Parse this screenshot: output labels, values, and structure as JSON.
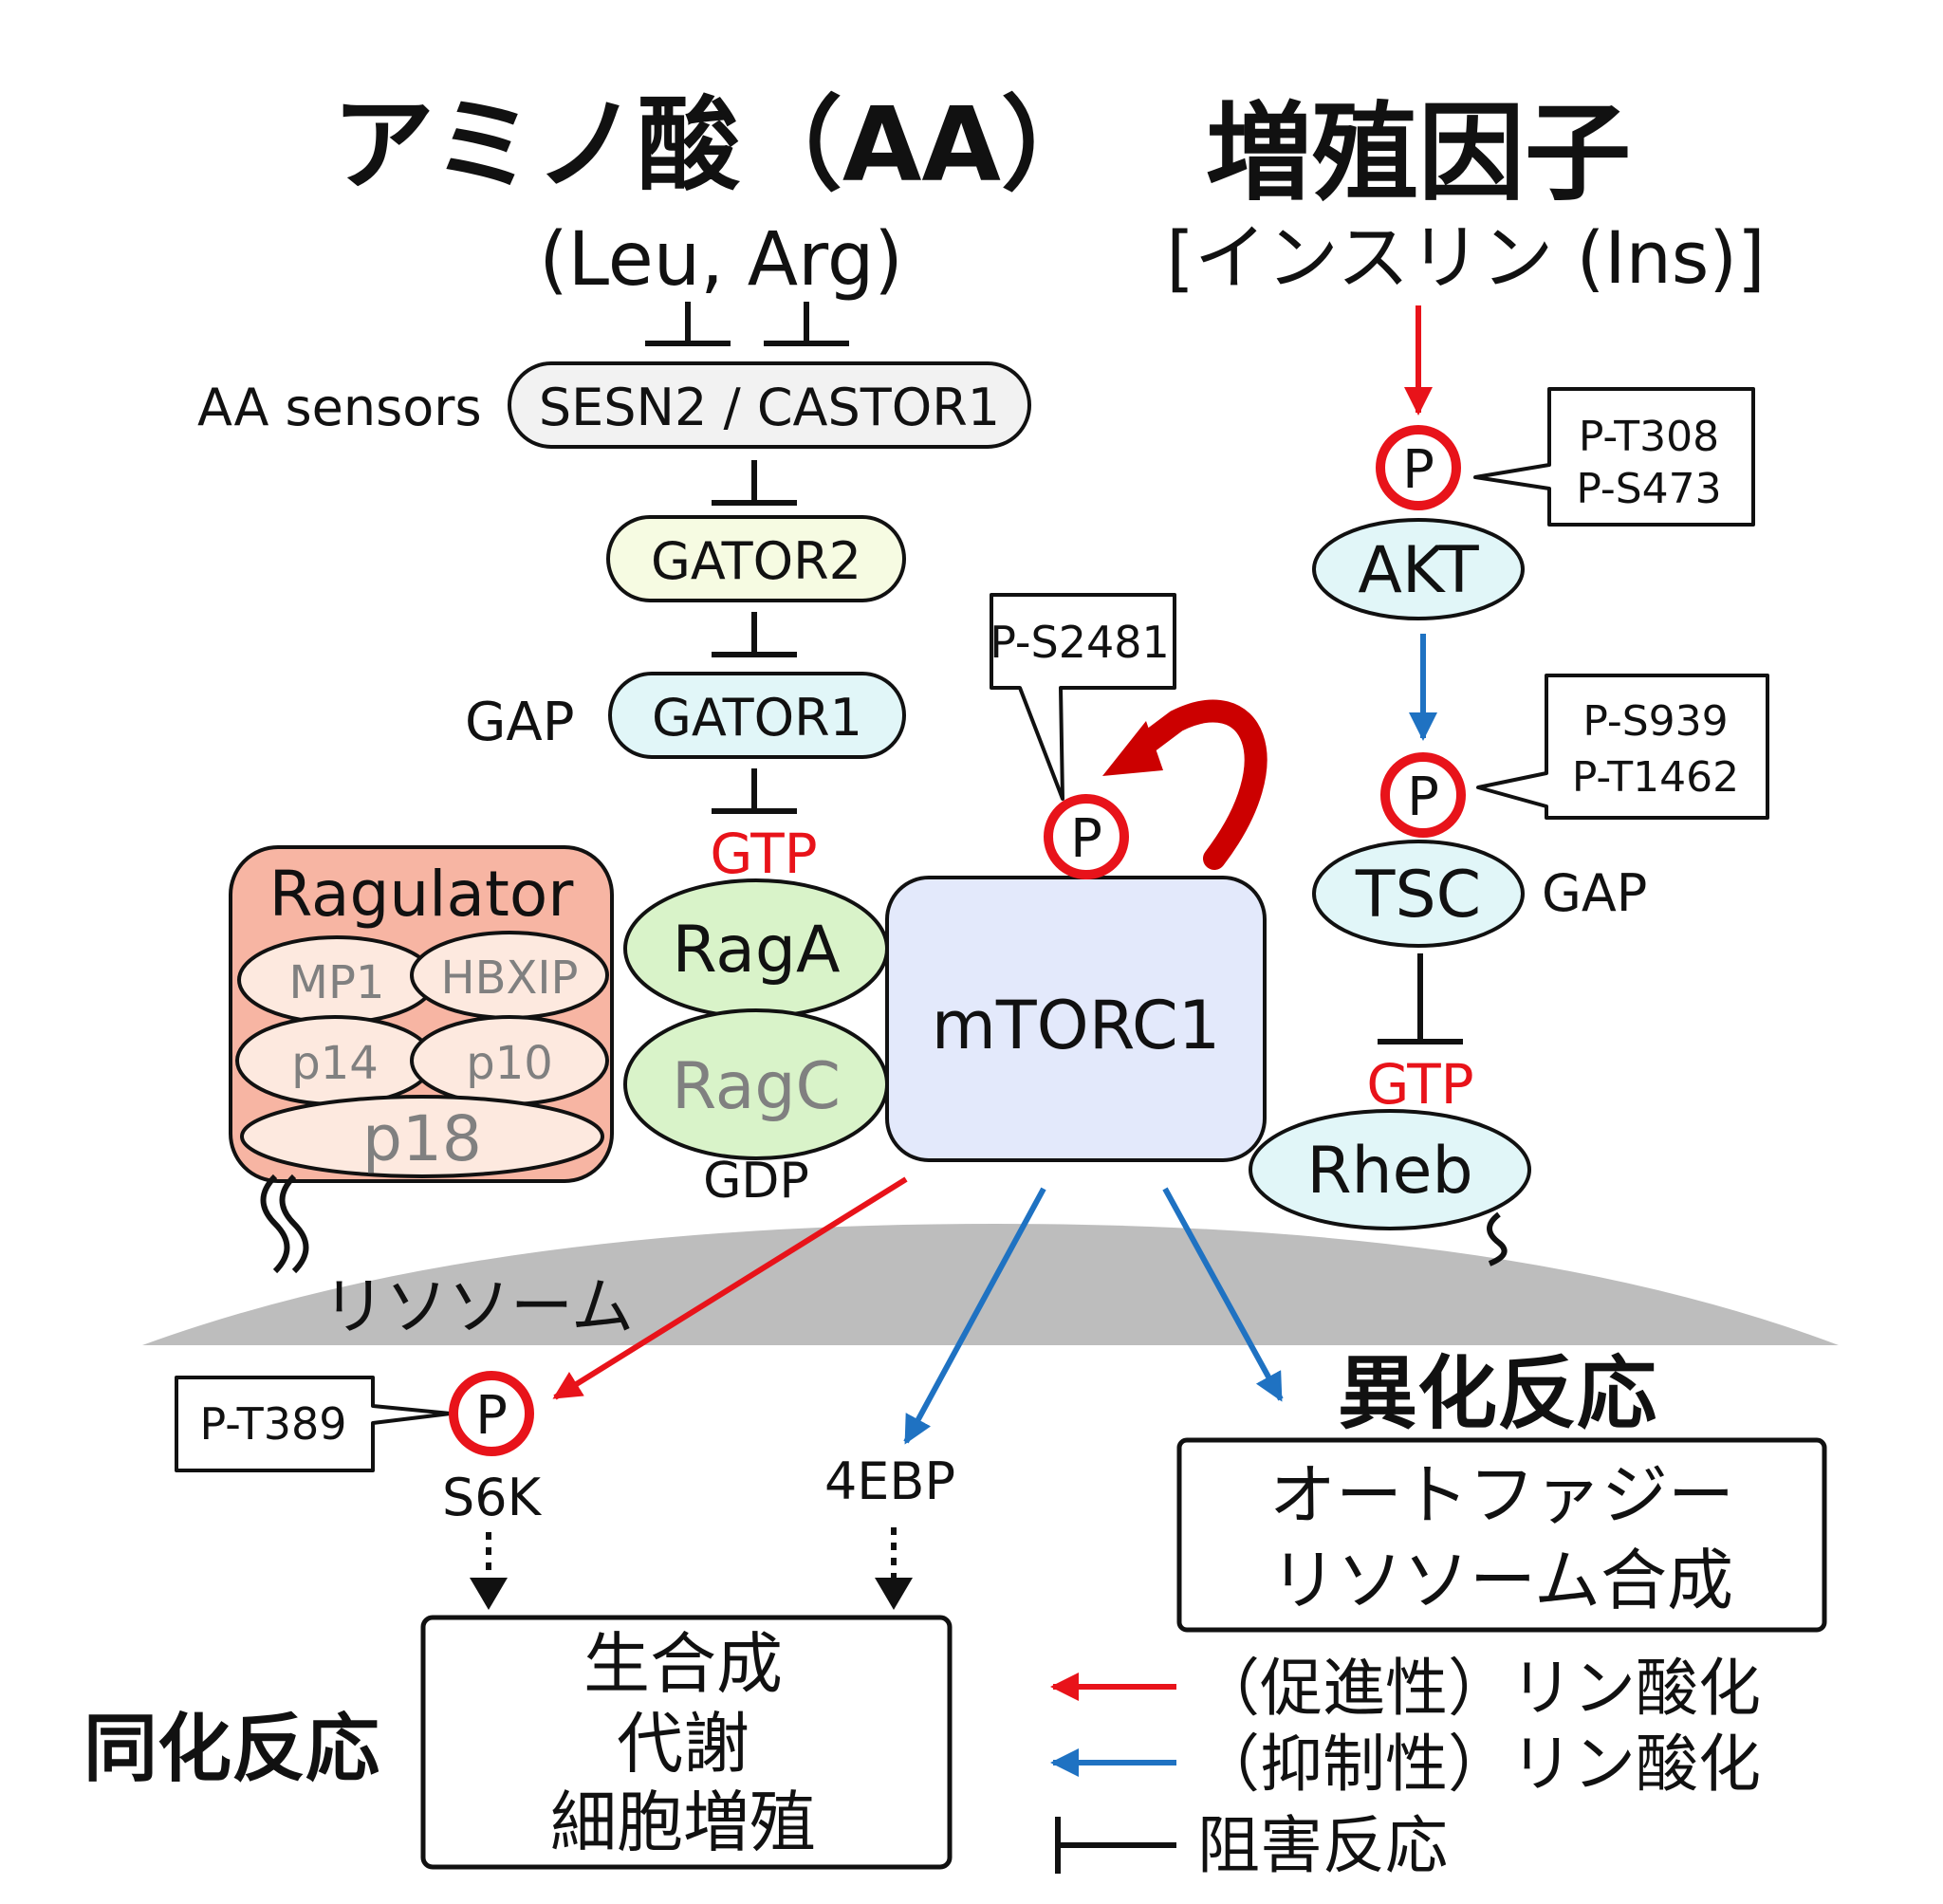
{
  "colors": {
    "activation": "#e8131a",
    "inhibitory_phospho": "#1f72c2",
    "gtp_label": "#e8131a",
    "ragulator_fill": "#f7b5a3",
    "lysosome_fill": "#bdbdbd",
    "mtorc1_fill": "#e3e9fb",
    "gator2_fill": "#f6fbe2",
    "cyan_fill": "#e1f6f8",
    "raga_fill": "#d9f3c9",
    "subunit_fill": "#fde9df",
    "subunit_text": "#808080"
  },
  "headings": {
    "amino_acid": "アミノ酸（AA）",
    "amino_acid_examples": "(Leu, Arg)",
    "growth_factor": "増殖因子",
    "growth_factor_example": "[インスリン (Ins)]"
  },
  "aa_pathway": {
    "sensors_label": "AA sensors",
    "sensors_node": "SESN2 / CASTOR1",
    "gator2": "GATOR2",
    "gator1_role": "GAP",
    "gator1": "GATOR1",
    "raga_gtp": "GTP",
    "raga": "RagA",
    "ragc": "RagC",
    "ragc_gdp": "GDP"
  },
  "ragulator": {
    "title": "Ragulator",
    "subunits": [
      "MP1",
      "HBXIP",
      "p14",
      "p10",
      "p18"
    ]
  },
  "mtorc1": {
    "label": "mTORC1",
    "phospho_symbol": "P",
    "phospho_site": "P-S2481"
  },
  "growth_pathway": {
    "akt": "AKT",
    "akt_phospho": "P",
    "akt_sites": [
      "P-T308",
      "P-S473"
    ],
    "tsc": "TSC",
    "tsc_phospho": "P",
    "tsc_sites": [
      "P-S939",
      "P-T1462"
    ],
    "tsc_role": "GAP",
    "rheb_gtp": "GTP",
    "rheb": "Rheb"
  },
  "lysosome": {
    "label": "リソソーム"
  },
  "downstream": {
    "s6k": "S6K",
    "s6k_phospho": "P",
    "s6k_site": "P-T389",
    "ebp": "4EBP",
    "anabolic_heading": "同化反応",
    "anabolic_items": [
      "生合成",
      "代謝",
      "細胞増殖"
    ],
    "catabolic_heading": "異化反応",
    "catabolic_items": [
      "オートファジー",
      "リソソーム合成"
    ]
  },
  "legend": {
    "items": [
      {
        "kind": "activation",
        "label": "（促進性）リン酸化"
      },
      {
        "kind": "inhibitory",
        "label": "（抑制性）リン酸化"
      },
      {
        "kind": "block",
        "label": "阻害反応"
      }
    ]
  }
}
